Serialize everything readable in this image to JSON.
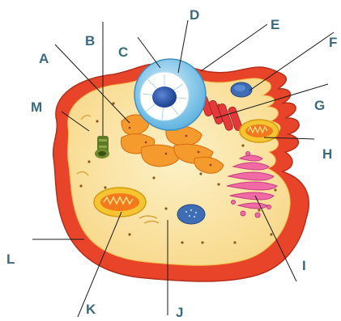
{
  "labels": {
    "A": "A",
    "B": "B",
    "C": "C",
    "D": "D",
    "E": "E",
    "F": "F",
    "G": "G",
    "H": "H",
    "I": "I",
    "J": "J",
    "K": "K",
    "L": "L",
    "M": "M"
  },
  "colors": {
    "label_text": "#3b6a7e",
    "membrane": "#e8442a",
    "cytoplasm": "#fbe6a6",
    "nucleus": "#7ec8ea",
    "rough_er": "#f59a2c",
    "golgi": "#f06aa4",
    "mitochondria": "#f4c431",
    "lysosome": "#3e6db5",
    "centriole": "#5e7a26",
    "smooth_er": "#d81f3a"
  }
}
